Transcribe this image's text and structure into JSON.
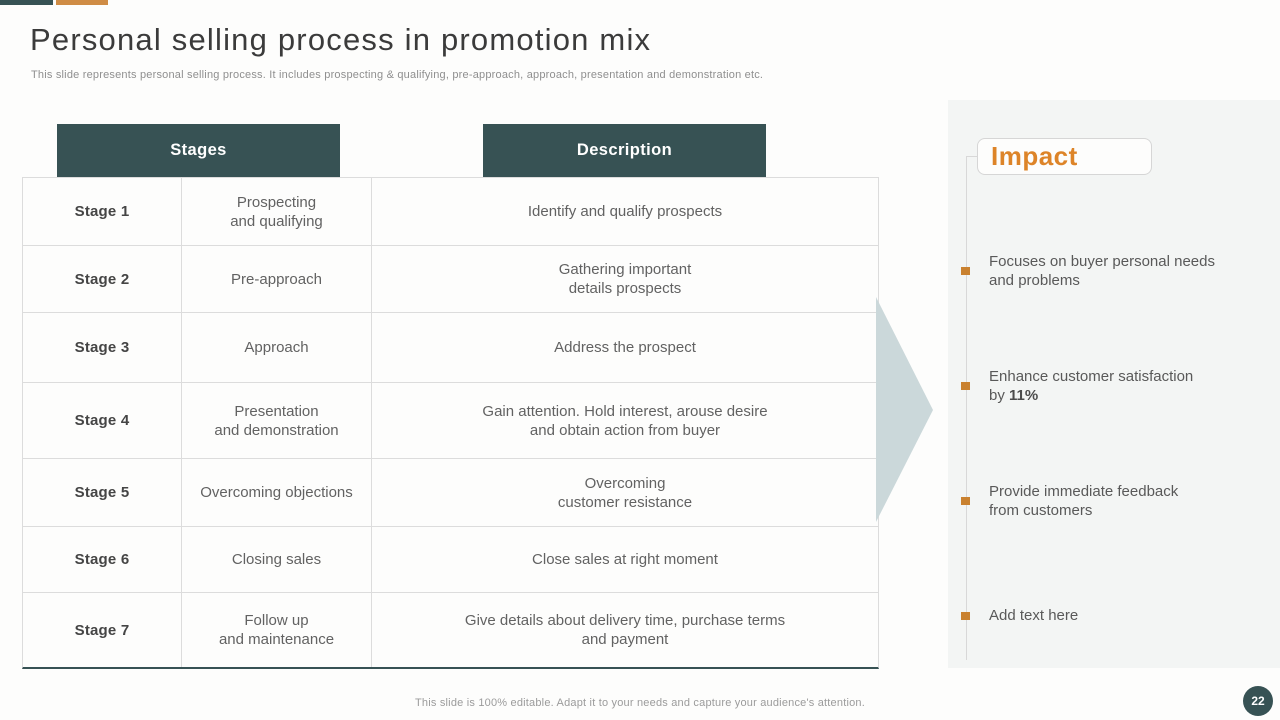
{
  "slide": {
    "title": "Personal selling process in promotion mix",
    "subtitle": "This slide represents personal selling process. It includes prospecting & qualifying, pre-approach, approach, presentation and demonstration etc.",
    "footer": "This slide is 100% editable. Adapt it to your needs and capture your audience's attention.",
    "page_number": "22"
  },
  "table": {
    "headers": {
      "stages": "Stages",
      "description": "Description"
    },
    "rows": [
      {
        "stage": "Stage 1",
        "name": "Prospecting\nand qualifying",
        "description": "Identify and qualify prospects"
      },
      {
        "stage": "Stage 2",
        "name": "Pre-approach",
        "description": "Gathering important\ndetails prospects"
      },
      {
        "stage": "Stage 3",
        "name": "Approach",
        "description": "Address the prospect"
      },
      {
        "stage": "Stage 4",
        "name": "Presentation\nand demonstration",
        "description": "Gain attention. Hold interest, arouse desire\nand obtain action from buyer"
      },
      {
        "stage": "Stage 5",
        "name": "Overcoming objections",
        "description": "Overcoming\ncustomer resistance"
      },
      {
        "stage": "Stage 6",
        "name": "Closing sales",
        "description": "Close sales at right moment"
      },
      {
        "stage": "Stage 7",
        "name": "Follow up\nand maintenance",
        "description": "Give details about delivery time, purchase terms\nand payment"
      }
    ]
  },
  "impact": {
    "title": "Impact",
    "items": [
      {
        "text": "Focuses on buyer personal needs\nand problems",
        "bold": ""
      },
      {
        "text": "Enhance customer satisfaction\nby ",
        "bold": "11%"
      },
      {
        "text": "Provide immediate feedback\nfrom customers",
        "bold": ""
      },
      {
        "text": "Add text here",
        "bold": ""
      }
    ]
  },
  "colors": {
    "teal": "#375254",
    "orange_bar": "#cf8c45",
    "orange_title": "#dd8428",
    "orange_bullet": "#c9812f",
    "arrow": "#cbd8da",
    "panel_bg": "#f3f5f4"
  }
}
